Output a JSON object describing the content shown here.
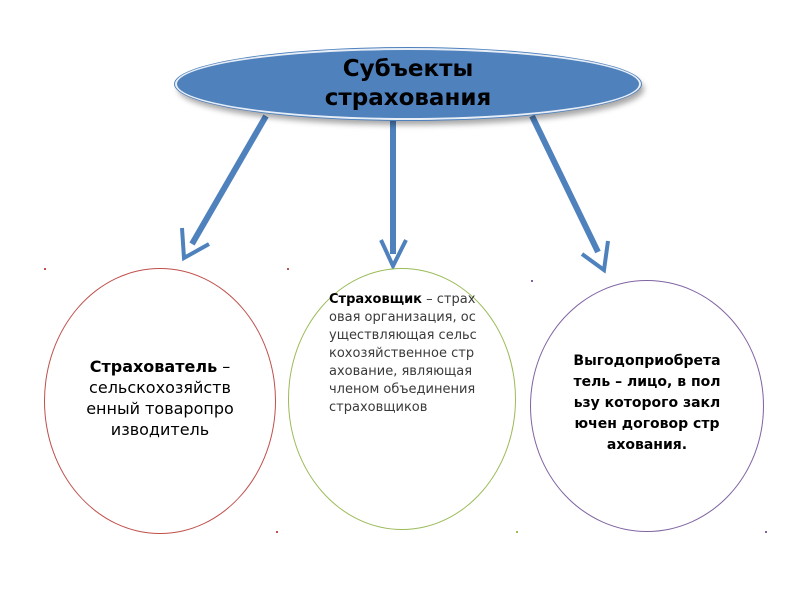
{
  "title": "Субъекты страхования",
  "nodes": [
    {
      "id": "insured",
      "term": "Страхователь",
      "definition": " – сельскохозяйственный товаропроизводитель",
      "border_color": "#c0504d"
    },
    {
      "id": "insurer",
      "term": "Страховщик",
      "definition": " – страховая организация, осуществляющая сельскохозяйственное страхование, являющая членом объединения страховщиков",
      "border_color": "#9bbb59"
    },
    {
      "id": "beneficiary",
      "term": "Выгодоприобретатель",
      "definition": " – лицо, в пользу которого заключен договор страхования.",
      "border_color": "#8064a2"
    }
  ],
  "colors": {
    "ellipse": "#4f81bd",
    "arrow": "#4f81bd"
  }
}
